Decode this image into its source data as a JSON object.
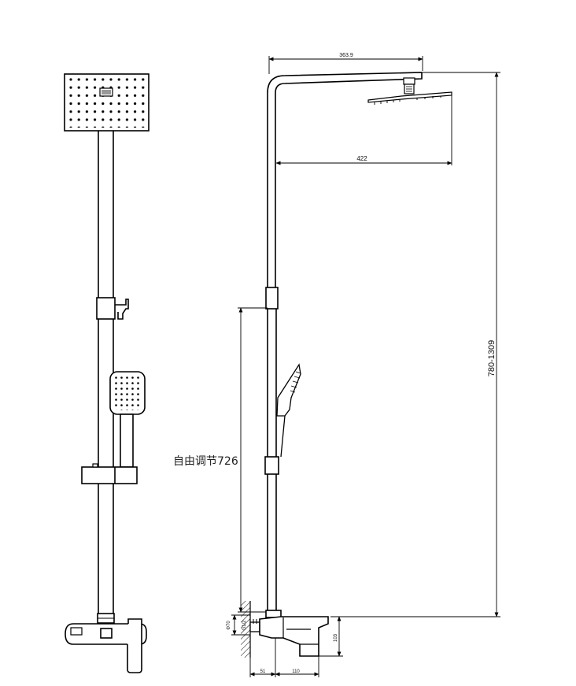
{
  "dimensions": {
    "arm_length": "363.9",
    "head_offset": "422",
    "total_height": "780-1309",
    "free_adjust": "自由调节726",
    "pipe_diameter": "Φ70",
    "thread_spec": "G1/2",
    "wall_depth": "51",
    "valve_width": "110",
    "spout_height": "103"
  },
  "colors": {
    "line": "#000000",
    "background": "#ffffff"
  }
}
